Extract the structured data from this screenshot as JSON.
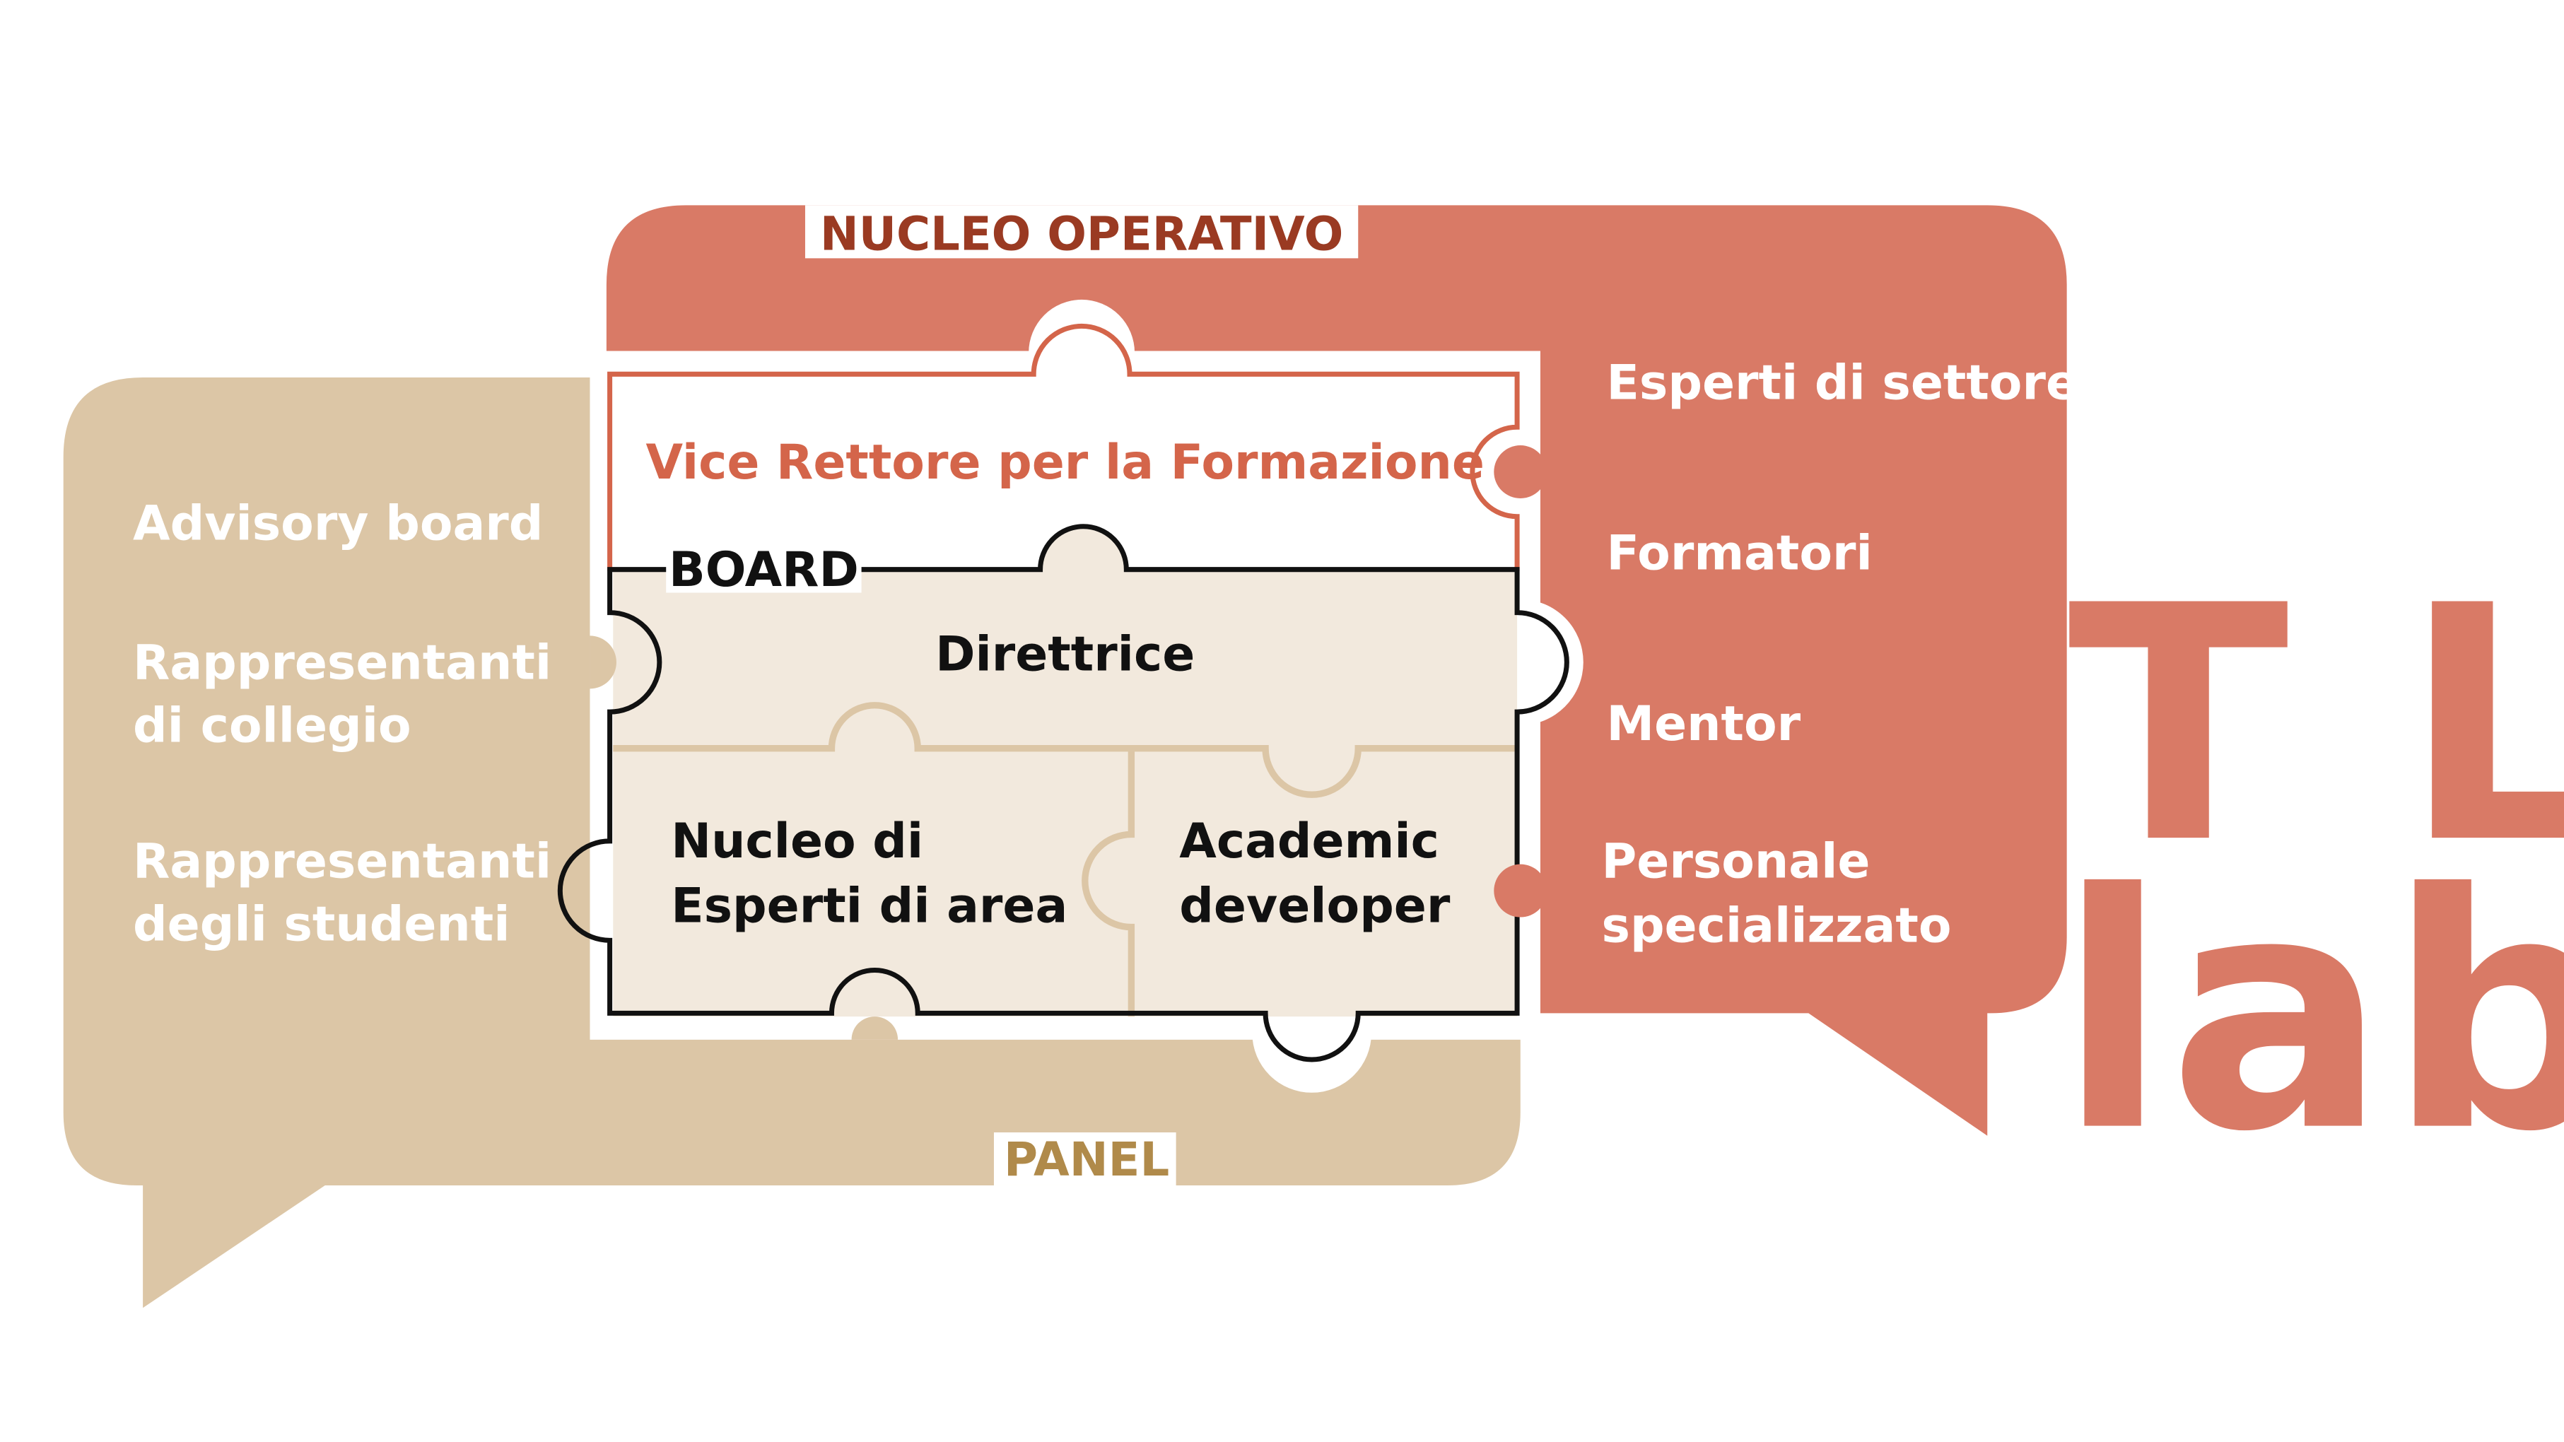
{
  "colors": {
    "panel": "#dcc6a6",
    "panel_label": "#b08a4a",
    "nucleo": "#d97a66",
    "nucleo_label": "#9a3a22",
    "vice_text": "#d4654a",
    "board_fill": "#f2e9dd",
    "board_stroke": "#111111",
    "white": "#ffffff",
    "logo": "#d97a66"
  },
  "nucleo_operativo": {
    "label": "NUCLEO OPERATIVO",
    "items": [
      "Esperti di settore",
      "Formatori",
      "Mentor",
      "Personale",
      "specializzato"
    ]
  },
  "panel": {
    "label": "PANEL",
    "items": [
      "Advisory board",
      "Rappresentanti",
      "di collegio",
      "Rappresentanti",
      "degli studenti"
    ]
  },
  "vice_rettore": "Vice Rettore per la Formazione",
  "board": {
    "label": "BOARD",
    "direttrice": "Direttrice",
    "nucleo_esperti": [
      "Nucleo di",
      "Esperti di area"
    ],
    "academic_developer": [
      "Academic",
      "developer"
    ]
  },
  "logo": {
    "line1": "T L",
    "line2": "lab"
  }
}
